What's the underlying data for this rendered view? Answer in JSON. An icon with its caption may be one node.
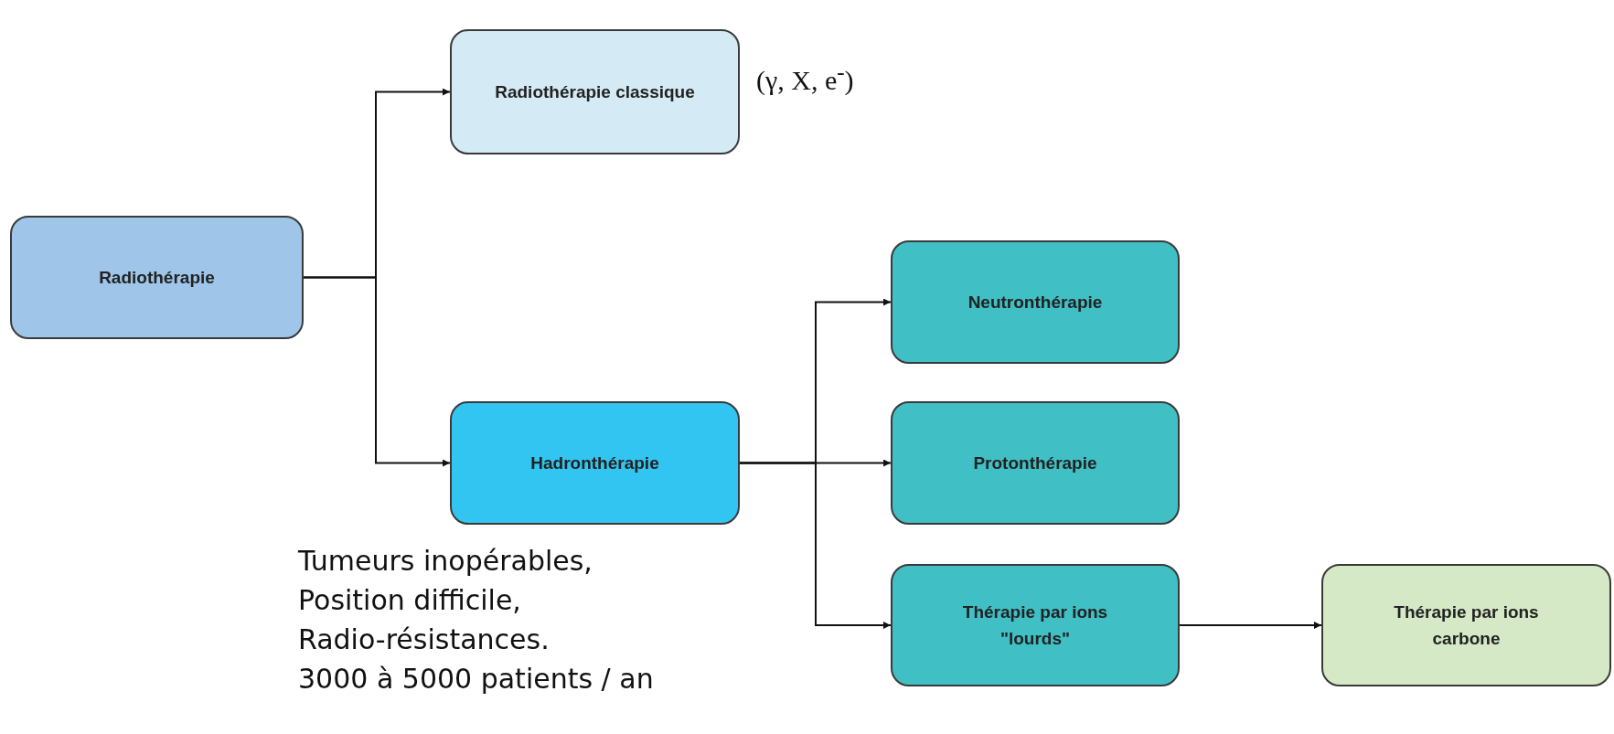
{
  "diagram": {
    "nodes": [
      {
        "text": [
          "Radiothérapie"
        ]
      },
      {
        "text": [
          "Radiothérapie classique"
        ],
        "beside": [
          "(γ, X, e$^{-}$)"
        ]
      },
      {
        "text": [
          "Hadronthérapie"
        ]
      },
      {
        "text": [
          "Neutronthérapie"
        ]
      },
      {
        "text": [
          "Protonthérapie"
        ]
      },
      {
        "text": [
          "Thérapie par ions \"lourds\""
        ]
      },
      {
        "text": [
          "Thérapie par ions carbone"
        ]
      }
    ],
    "edges": [
      {
        "from": 0,
        "to": 1,
        "arrow": "to"
      },
      {
        "from": 0,
        "to": 2,
        "arrow": "to"
      },
      {
        "from": 2,
        "to": 3,
        "arrow": "to"
      },
      {
        "from": 2,
        "to": 4,
        "arrow": "to"
      },
      {
        "from": 2,
        "to": 5,
        "arrow": "to"
      },
      {
        "from": 5,
        "to": 6,
        "arrow": "to"
      }
    ],
    "labels": [
      "Tumeurs inopérables,",
      "Position difficile,",
      "Radio-résistances.",
      "3000 à 5000 patients / an"
    ]
  }
}
